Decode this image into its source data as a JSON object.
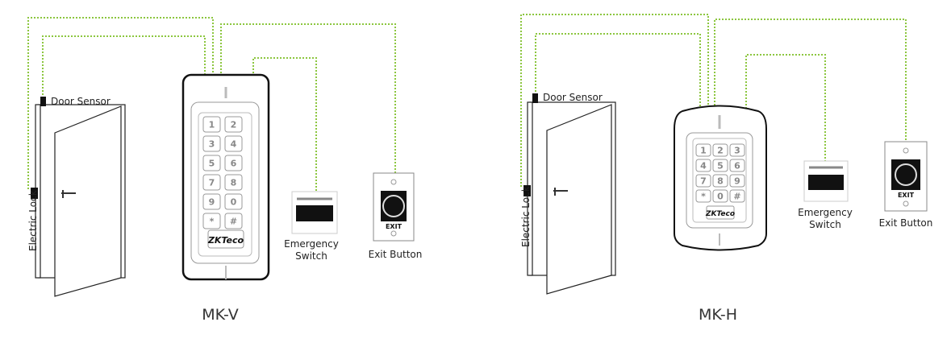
{
  "colors": {
    "wire": "#8cc63f",
    "outline": "#222222"
  },
  "diagrams": [
    {
      "model": "MK-V",
      "labels": {
        "door_sensor": "Door Sensor",
        "electric_lock": "Electric Lock",
        "emergency_switch": [
          "Emergency",
          "Switch"
        ],
        "exit_button": "Exit Button"
      },
      "keys": [
        "1",
        "2",
        "3",
        "4",
        "5",
        "6",
        "7",
        "8",
        "9",
        "0",
        "*",
        "#"
      ],
      "logo": "ZKTeco",
      "exit_text": "EXIT"
    },
    {
      "model": "MK-H",
      "labels": {
        "door_sensor": "Door Sensor",
        "electric_lock": "Electric Lock",
        "emergency_switch": [
          "Emergency",
          "Switch"
        ],
        "exit_button": "Exit Button"
      },
      "keys": [
        "1",
        "2",
        "3",
        "4",
        "5",
        "6",
        "7",
        "8",
        "9",
        "*",
        "0",
        "#"
      ],
      "logo": "ZKTeco",
      "exit_text": "EXIT"
    }
  ]
}
